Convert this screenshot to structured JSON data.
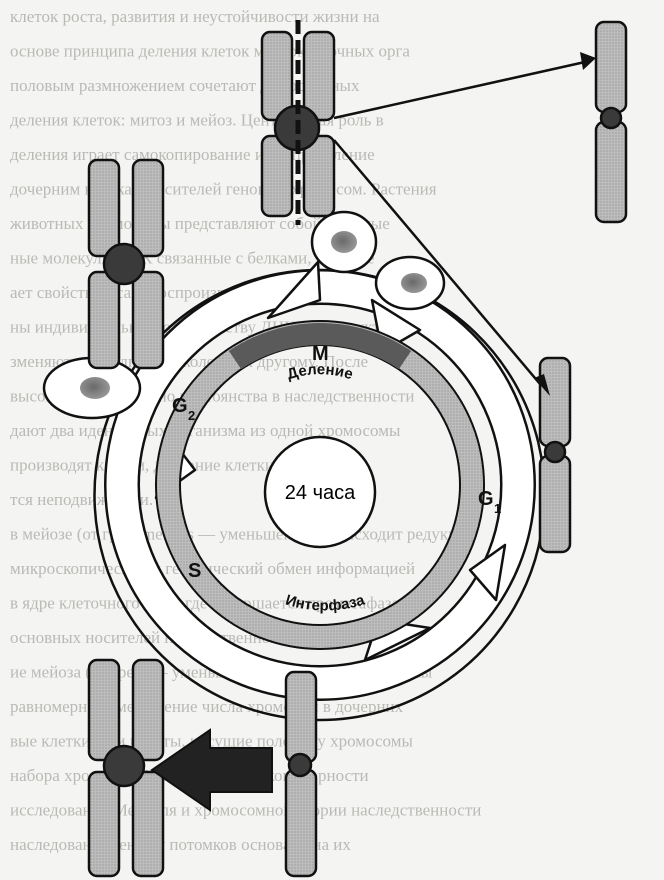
{
  "diagram": {
    "center_label": "24 часа",
    "ring_label_top": "Деление",
    "ring_label_bottom": "Интерфаза",
    "phases": {
      "m": "M",
      "g1": "G",
      "g1_sub": "1",
      "g2": "G",
      "g2_sub": "2",
      "s": "S"
    }
  },
  "background_text": [
    "клеток роста, развития и неустойчивости жизни на",
    "основе принципа деления клеток многоклеточных орга",
    "половым размножением сочетают два основных",
    "деления клеток: митоз и мейоз. Центральная роль в",
    "деления играет самокопирование и распределение",
    "дочерним клеткам носителей генов — хромосом. Растения",
    "животных хромосомы представляют собой сложные",
    "ные молекулы ДНК связанные с белками, которые",
    "ает свойством самовоспроизведения, или редупликации",
    "ны индивидуальны по количеству ДНК и её структуре",
    "зменяются от одного поколения к другому. После",
    "высоком относительно постоянства в наследственности",
    "дают два идентичных организма из одной хромосомы",
    "производят клетки, дочерние клетки, такие",
    "тся неподвижными.",
    "в мейозе (от греч. meiosis — уменьшение) происходит редукция",
    "микроскопический и генетический обмен информацией",
    "в ядре клеточного ядра, где совершается прометафаза",
    "основных носителей наследственной информации. В",
    "ие мейоза (от греч. — уменьшение, убывание) хромосомы",
    "равномерное уменьшение числа хромосом в дочерних",
    "вые клетки, или гаметы, несущие половину хромосомы",
    "набора хромосом. Менделевские закономерности",
    "исследования Менделя и хромосомной теории наследственности",
    "наследование генов у потомков основано на их"
  ]
}
